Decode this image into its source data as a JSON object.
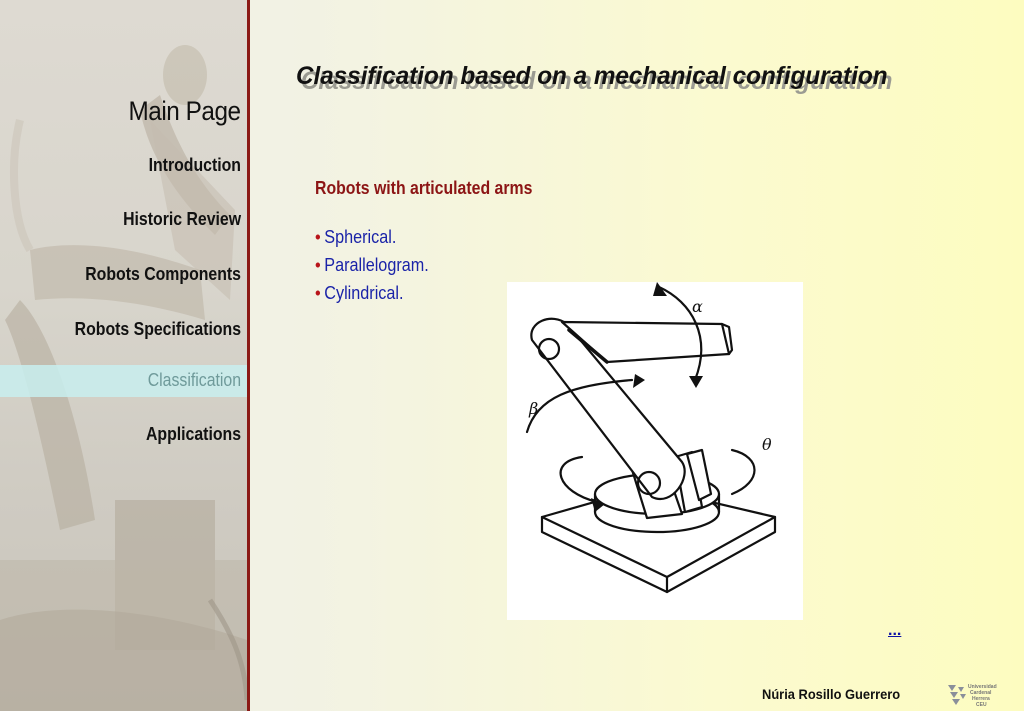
{
  "sidebar": {
    "title": "Main  Page",
    "items": [
      {
        "label": "Introduction"
      },
      {
        "label": "Historic Review"
      },
      {
        "label": "Robots Components"
      },
      {
        "label": "Robots Specifications"
      },
      {
        "label": "Classification",
        "active": true
      },
      {
        "label": "Applications"
      }
    ]
  },
  "main": {
    "title": "Classification based on a mechanical configuration",
    "subtitle": "Robots with articulated arms",
    "bullet_symbol": "•",
    "bullets": [
      "Spherical.",
      "Parallelogram.",
      "Cylindrical."
    ],
    "figure": {
      "labels": {
        "alpha": "α",
        "beta": "β",
        "theta": "θ"
      }
    },
    "more_link": "...",
    "author": "Núria Rosillo Guerrero"
  },
  "footer_logo": {
    "lines": [
      "Universidad",
      "Cardenal",
      "Herrera",
      "CEU"
    ]
  },
  "colors": {
    "divider": "#8b1a16",
    "subtitle": "#8c1515",
    "bullet_text": "#1a23a8",
    "link": "#0d12a6",
    "active_nav": "#6f9a9a",
    "active_nav_bg": "#c8eeee"
  }
}
